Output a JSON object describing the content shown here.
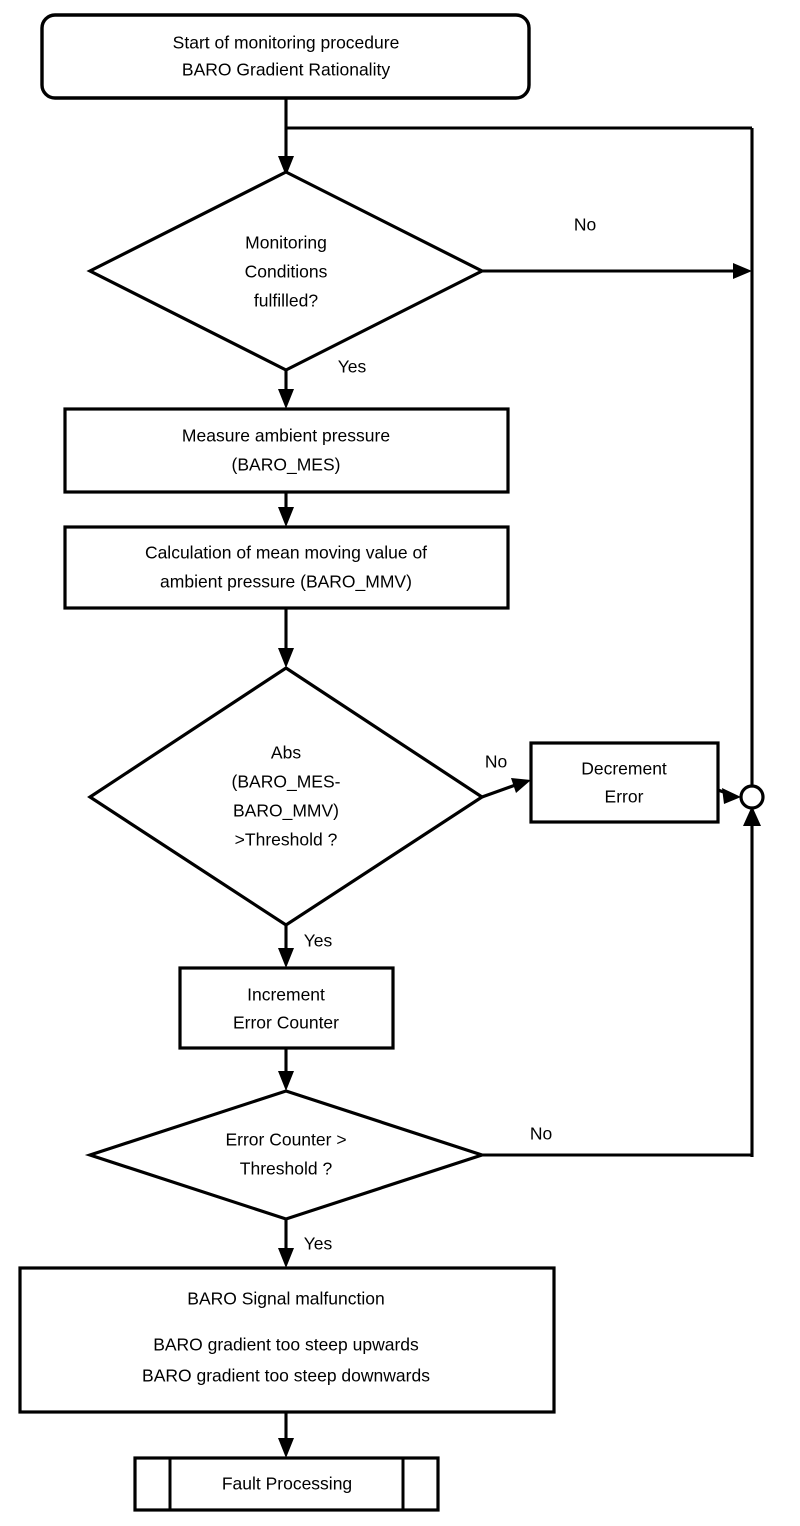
{
  "diagram": {
    "title": "BARO Gradient Rationality monitoring procedure flowchart",
    "type": "flowchart",
    "colors": {
      "background": "#ffffff",
      "stroke": "#000000",
      "text": "#000000",
      "fill": "#ffffff"
    }
  },
  "nodes": {
    "start": {
      "shape": "rounded-rectangle",
      "line1": "Start of monitoring procedure",
      "line2": "BARO Gradient Rationality"
    },
    "decision_conditions": {
      "shape": "diamond",
      "line1": "Monitoring",
      "line2": "Conditions",
      "line3": "fulfilled?"
    },
    "measure": {
      "shape": "rectangle",
      "line1": "Measure ambient pressure",
      "line2": "(BARO_MES)"
    },
    "calculation": {
      "shape": "rectangle",
      "line1": "Calculation of mean moving value of",
      "line2": "ambient pressure (BARO_MMV)"
    },
    "decision_threshold": {
      "shape": "diamond",
      "line1": "Abs",
      "line2": "(BARO_MES-",
      "line3": "BARO_MMV)",
      "line4": ">Threshold ?"
    },
    "decrement_error": {
      "shape": "rectangle",
      "line1": "Decrement",
      "line2": "Error"
    },
    "increment_error_counter": {
      "shape": "rectangle",
      "line1": "Increment",
      "line2": "Error Counter"
    },
    "decision_counter": {
      "shape": "diamond",
      "line1": "Error Counter >",
      "line2": "Threshold ?"
    },
    "malfunction": {
      "shape": "rectangle",
      "line1": "BARO Signal malfunction",
      "line2": "BARO gradient too steep upwards",
      "line3": "BARO gradient too steep downwards"
    },
    "fault_processing": {
      "shape": "predefined-process",
      "label": "Fault Processing"
    },
    "merge_junction": {
      "shape": "circle",
      "label": ""
    }
  },
  "edge_labels": {
    "conditions_no": "No",
    "conditions_yes": "Yes",
    "threshold_no": "No",
    "threshold_yes": "Yes",
    "counter_no": "No",
    "counter_yes": "Yes"
  }
}
